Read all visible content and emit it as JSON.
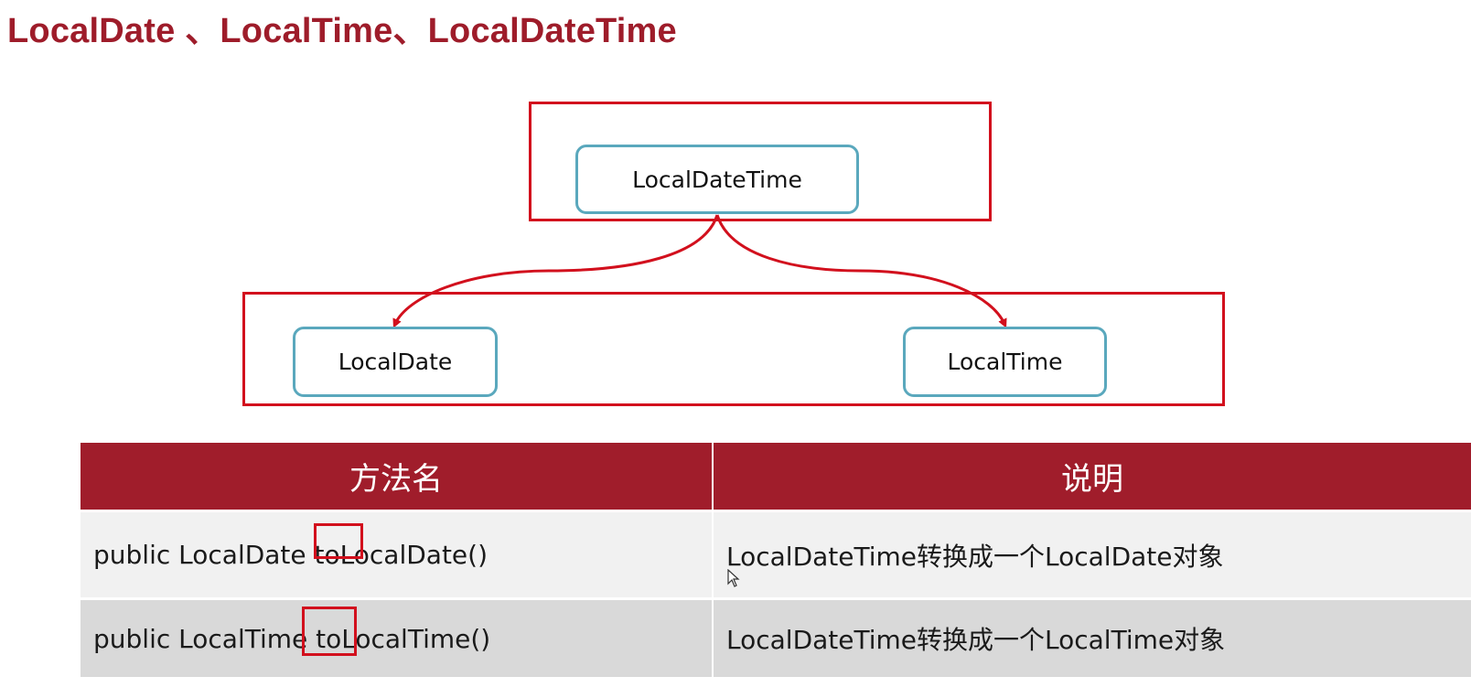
{
  "slide": {
    "title": "LocalDate 、LocalTime、LocalDateTime"
  },
  "diagram": {
    "parent": "LocalDateTime",
    "children": [
      "LocalDate",
      "LocalTime"
    ]
  },
  "table": {
    "headers": [
      "方法名",
      "说明"
    ],
    "rows": [
      {
        "method": "public LocalDate toLocalDate()",
        "description": "LocalDateTime转换成一个LocalDate对象"
      },
      {
        "method": "public LocalTime toLocalTime()",
        "description": "LocalDateTime转换成一个LocalTime对象"
      }
    ]
  },
  "colors": {
    "accent": "#a01d2b",
    "highlight_border": "#d2101d",
    "node_border": "#5aa8bd"
  }
}
